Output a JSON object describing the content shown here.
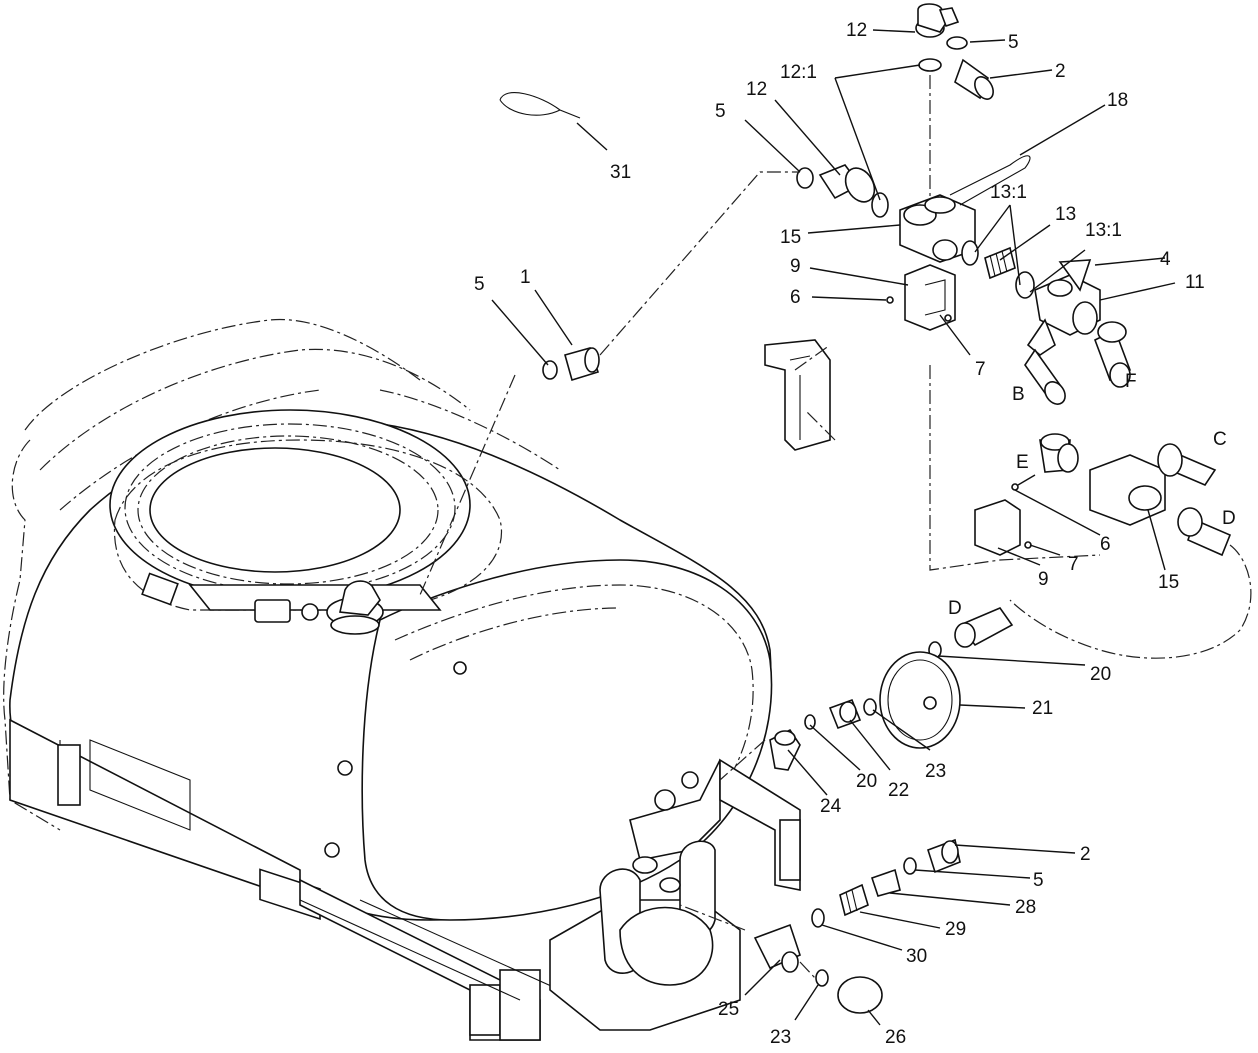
{
  "diagram": {
    "labels": [
      {
        "text": "12"
      },
      {
        "text": "5"
      },
      {
        "text": "2"
      },
      {
        "text": "12:1"
      },
      {
        "text": "12"
      },
      {
        "text": "5"
      },
      {
        "text": "18"
      },
      {
        "text": "31"
      },
      {
        "text": "15"
      },
      {
        "text": "13:1"
      },
      {
        "text": "13"
      },
      {
        "text": "13:1"
      },
      {
        "text": "4"
      },
      {
        "text": "9"
      },
      {
        "text": "6"
      },
      {
        "text": "11"
      },
      {
        "text": "7"
      },
      {
        "text": "B"
      },
      {
        "text": "F"
      },
      {
        "text": "5"
      },
      {
        "text": "1"
      },
      {
        "text": "C"
      },
      {
        "text": "E"
      },
      {
        "text": "6"
      },
      {
        "text": "D"
      },
      {
        "text": "7"
      },
      {
        "text": "9"
      },
      {
        "text": "15"
      },
      {
        "text": "D"
      },
      {
        "text": "20"
      },
      {
        "text": "21"
      },
      {
        "text": "23"
      },
      {
        "text": "22"
      },
      {
        "text": "20"
      },
      {
        "text": "24"
      },
      {
        "text": "2"
      },
      {
        "text": "5"
      },
      {
        "text": "28"
      },
      {
        "text": "29"
      },
      {
        "text": "30"
      },
      {
        "text": "25"
      },
      {
        "text": "23"
      },
      {
        "text": "26"
      }
    ]
  }
}
